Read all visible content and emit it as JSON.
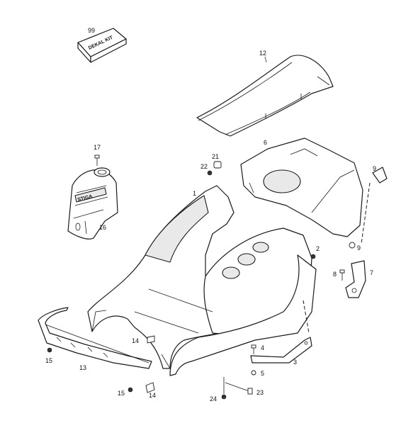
{
  "kit_box_text": "DEKAL KIT",
  "callouts": {
    "p99": "99",
    "p12": "12",
    "p17": "17",
    "p21": "21",
    "p22": "22",
    "p6": "6",
    "p9a": "9",
    "p1": "1",
    "p16": "16",
    "p2": "2",
    "p9b": "9",
    "p8": "8",
    "p7": "7",
    "p14a": "14",
    "p15a": "15",
    "p13": "13",
    "p4": "4",
    "p3": "3",
    "p5": "5",
    "p15b": "15",
    "p14b": "14",
    "p24": "24",
    "p23": "23"
  },
  "logo_text": "STIGA"
}
